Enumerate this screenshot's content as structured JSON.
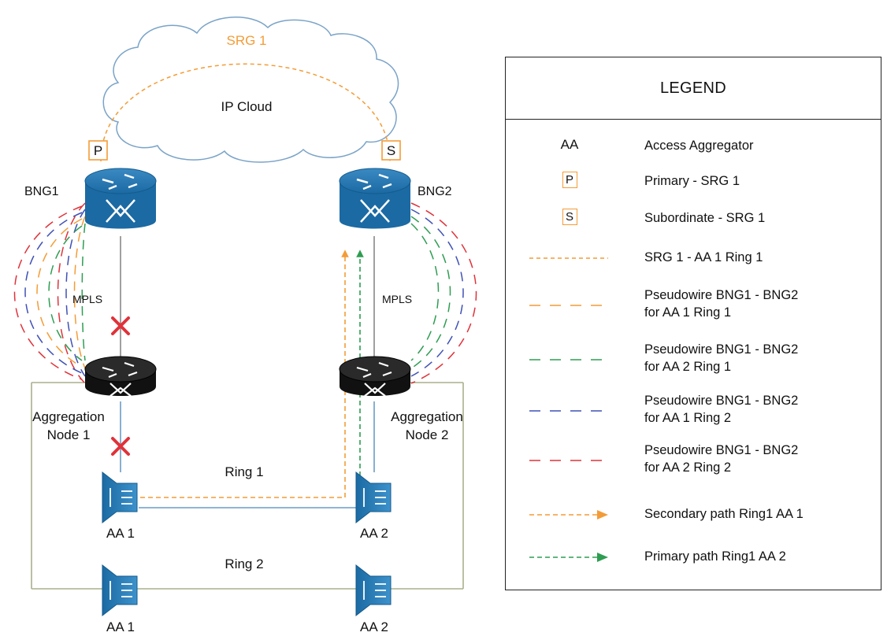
{
  "diagram": {
    "cloud_label": "IP Cloud",
    "srg_label": "SRG 1",
    "bng1": "BNG1",
    "bng2": "BNG2",
    "badge_primary": "P",
    "badge_subordinate": "S",
    "mpls_left": "MPLS",
    "mpls_right": "MPLS",
    "agg1_line1": "Aggregation",
    "agg1_line2": "Node 1",
    "agg2_line1": "Aggregation",
    "agg2_line2": "Node 2",
    "ring1": "Ring 1",
    "ring2": "Ring 2",
    "aa1_r1": "AA 1",
    "aa2_r1": "AA 2",
    "aa1_r2": "AA 1",
    "aa2_r2": "AA 2"
  },
  "legend": {
    "title": "LEGEND",
    "rows": [
      {
        "symbol": "AA",
        "text": "Access Aggregator"
      },
      {
        "symbol": "P",
        "text": "Primary - SRG 1"
      },
      {
        "symbol": "S",
        "text": "Subordinate - SRG 1"
      },
      {
        "symbol": "",
        "text": "SRG 1 - AA 1 Ring 1"
      },
      {
        "symbol": "",
        "text": "Pseudowire BNG1 - BNG2",
        "text2": "for AA 1 Ring 1"
      },
      {
        "symbol": "",
        "text": "Pseudowire BNG1 - BNG2",
        "text2": "for AA 2 Ring 1"
      },
      {
        "symbol": "",
        "text": "Pseudowire BNG1 - BNG2",
        "text2": "for AA 1 Ring 2"
      },
      {
        "symbol": "",
        "text": "Pseudowire BNG1 - BNG2",
        "text2": "for AA 2 Ring 2"
      },
      {
        "symbol": "",
        "text": "Secondary path Ring1 AA 1"
      },
      {
        "symbol": "",
        "text": "Primary path Ring1 AA 2"
      }
    ]
  },
  "colors": {
    "orange": "#f39c37",
    "green": "#2e9d52",
    "blue": "#3f51b5",
    "red": "#e0323a",
    "router_blue": "#1f6ea6",
    "ring_line": "#a9b18a",
    "cross": "#e0323a"
  }
}
